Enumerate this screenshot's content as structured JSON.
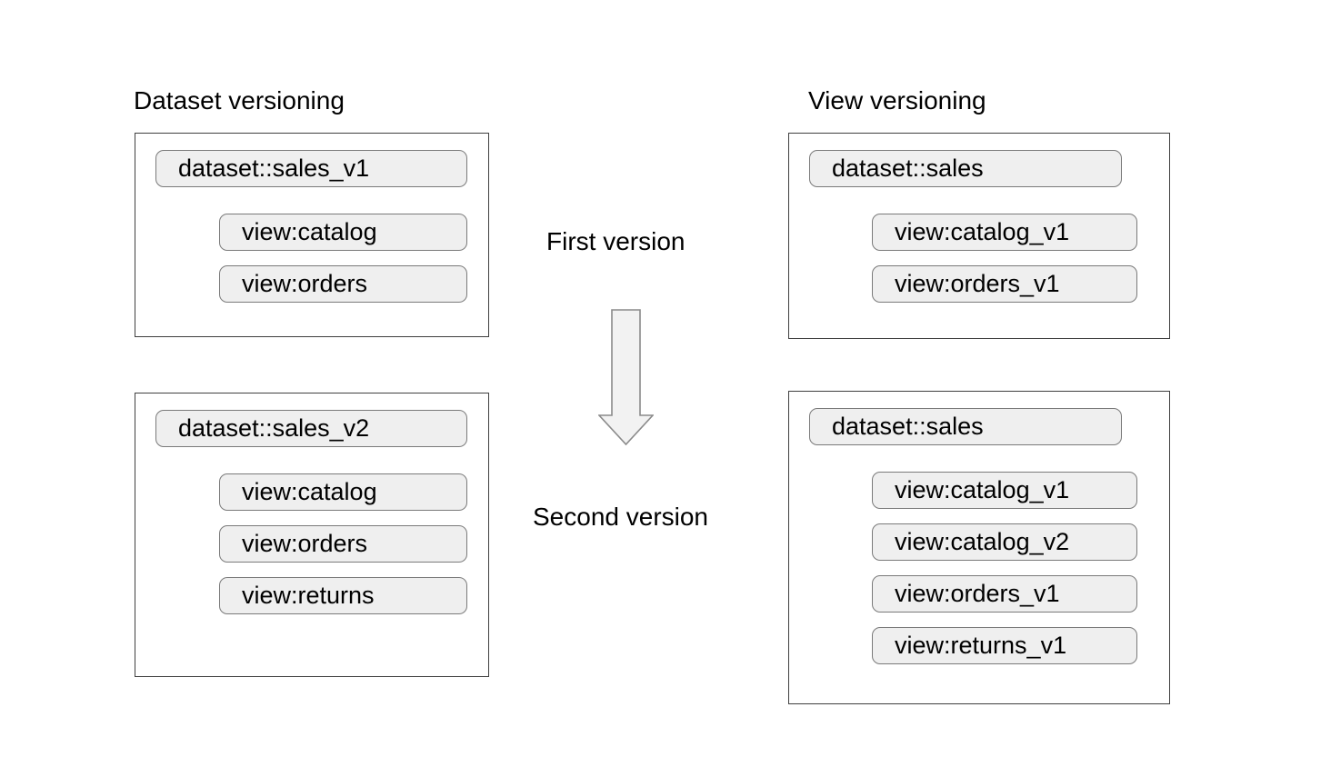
{
  "headings": {
    "left": "Dataset versioning",
    "right": "View versioning"
  },
  "flow": {
    "first_label": "First version",
    "second_label": "Second version",
    "arrow_icon": "down-block-arrow"
  },
  "boxes": {
    "dataset_versioning_v1": {
      "dataset_pill": "dataset::sales_v1",
      "view_pills": [
        "view:catalog",
        "view:orders"
      ]
    },
    "view_versioning_v1": {
      "dataset_pill": "dataset::sales",
      "view_pills": [
        "view:catalog_v1",
        "view:orders_v1"
      ]
    },
    "dataset_versioning_v2": {
      "dataset_pill": "dataset::sales_v2",
      "view_pills": [
        "view:catalog",
        "view:orders",
        "view:returns"
      ]
    },
    "view_versioning_v2": {
      "dataset_pill": "dataset::sales",
      "view_pills": [
        "view:catalog_v1",
        "view:catalog_v2",
        "view:orders_v1",
        "view:returns_v1"
      ]
    }
  },
  "colors": {
    "background": "#ffffff",
    "box_border": "#3f3f3f",
    "pill_fill": "#efefef",
    "pill_border": "#7a7a7a",
    "arrow_fill": "#f2f2f2",
    "arrow_border": "#8a8a8a",
    "text": "#000000"
  }
}
